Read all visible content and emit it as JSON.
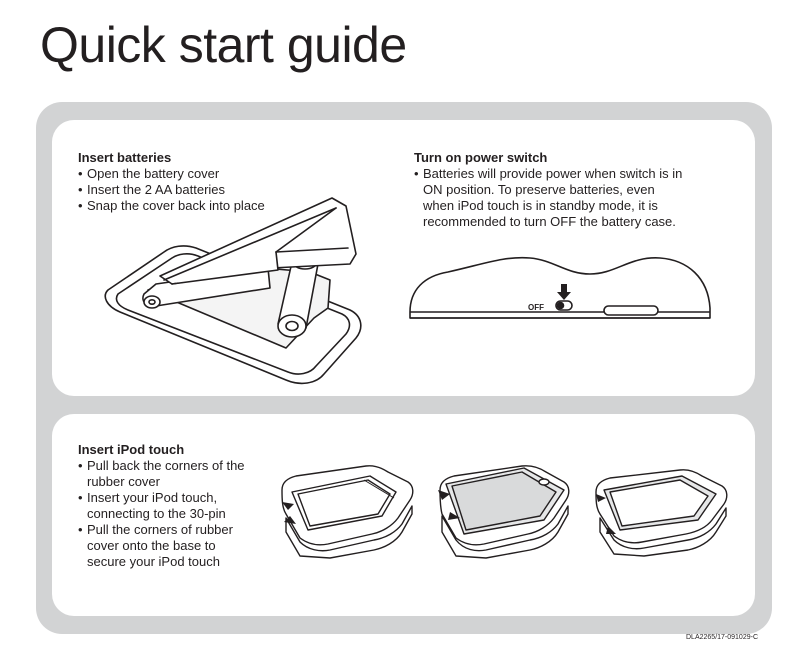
{
  "title": "Quick start guide",
  "sections": {
    "insert_batteries": {
      "heading": "Insert batteries",
      "items": [
        "Open the battery cover",
        "Insert the 2 AA batteries",
        "Snap the cover back into place"
      ]
    },
    "power_switch": {
      "heading": "Turn on power switch",
      "items": [
        "Batteries will provide power when switch is in ON position.  To preserve batteries, even when iPod touch is in standby mode, it is recommended to turn OFF the battery case."
      ],
      "switch_label": "OFF"
    },
    "insert_ipod": {
      "heading": "Insert iPod touch",
      "items": [
        "Pull back the corners of the rubber cover",
        "Insert your iPod touch, connecting to the 30-pin",
        "Pull the corners of rubber cover onto the base to secure your iPod touch"
      ]
    }
  },
  "footer_code": "DLA2265/17-091029-C"
}
